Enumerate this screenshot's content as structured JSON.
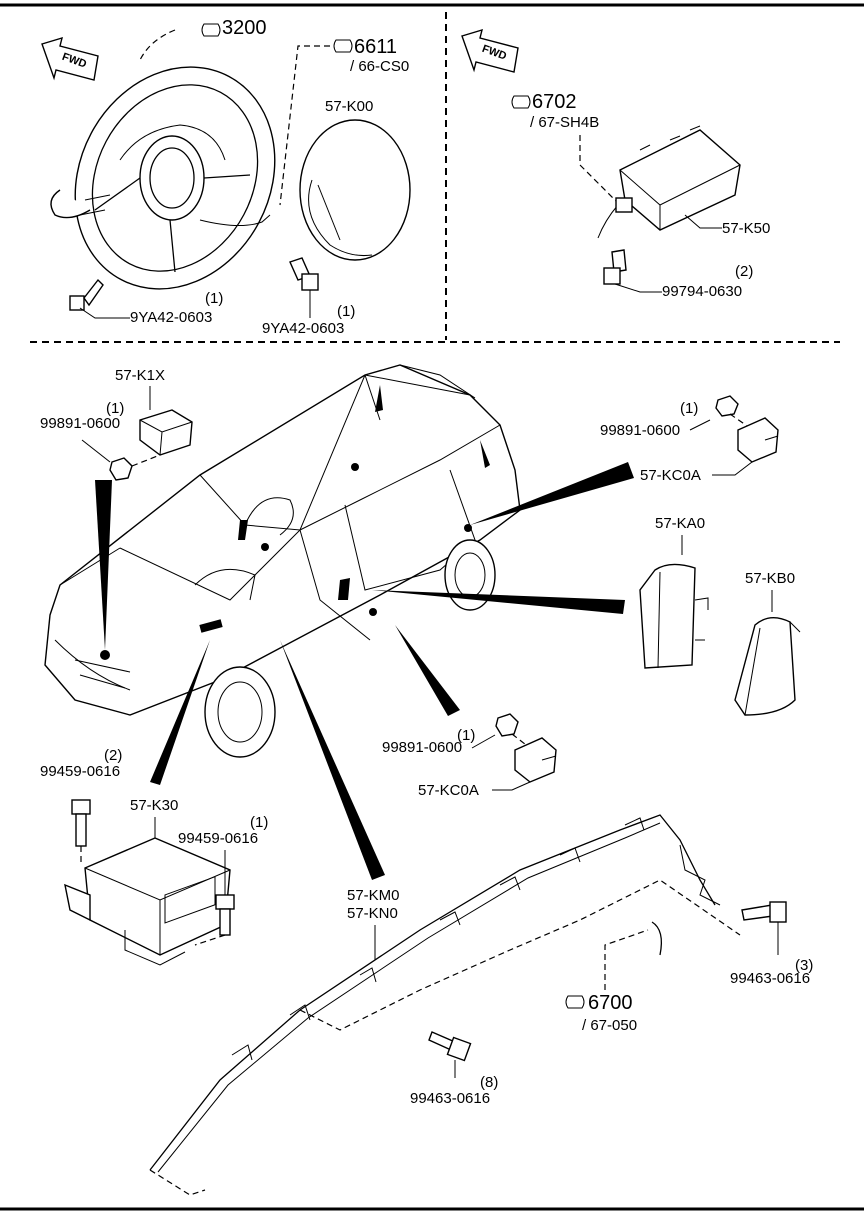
{
  "labels": {
    "ref_3200": "3200",
    "ref_6611": "6611",
    "ref_6611_sub": "/ 66-CS0",
    "ref_6702": "6702",
    "ref_6702_sub": "/ 67-SH4B",
    "ref_6700": "6700",
    "ref_6700_sub": "/ 67-050",
    "p_57K00": "57-K00",
    "p_57K50": "57-K50",
    "p_57K1X": "57-K1X",
    "p_57KC0A_top": "57-KC0A",
    "p_57KC0A_mid": "57-KC0A",
    "p_57KA0": "57-KA0",
    "p_57KB0": "57-KB0",
    "p_57K30": "57-K30",
    "p_57KM0": "57-KM0",
    "p_57KN0": "57-KN0",
    "b_9YA42_left": "9YA42-0603",
    "b_9YA42_left_qty": "(1)",
    "b_9YA42_right": "9YA42-0603",
    "b_9YA42_right_qty": "(1)",
    "b_99794": "99794-0630",
    "b_99794_qty": "(2)",
    "n_99891_a": "99891-0600",
    "n_99891_a_qty": "(1)",
    "n_99891_b": "99891-0600",
    "n_99891_b_qty": "(1)",
    "n_99891_c": "99891-0600",
    "n_99891_c_qty": "(1)",
    "b_99459_a": "99459-0616",
    "b_99459_a_qty": "(2)",
    "b_99459_b": "99459-0616",
    "b_99459_b_qty": "(1)",
    "b_99463_a": "99463-0616",
    "b_99463_a_qty": "(3)",
    "b_99463_b": "99463-0616",
    "b_99463_b_qty": "(8)",
    "fwd_left": "FWD",
    "fwd_right": "FWD"
  }
}
